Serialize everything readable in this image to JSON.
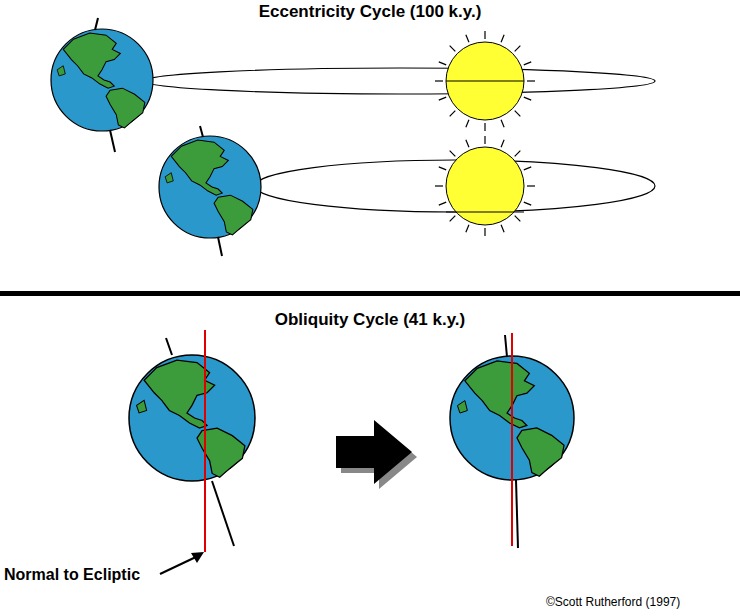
{
  "diagram": {
    "labels": [
      "Eccentricity Cycle (100 k.y.)",
      "Obliquity Cycle (41 k.y.)",
      "Normal to Ecliptic",
      "©Scott Rutherford (1997)"
    ]
  }
}
